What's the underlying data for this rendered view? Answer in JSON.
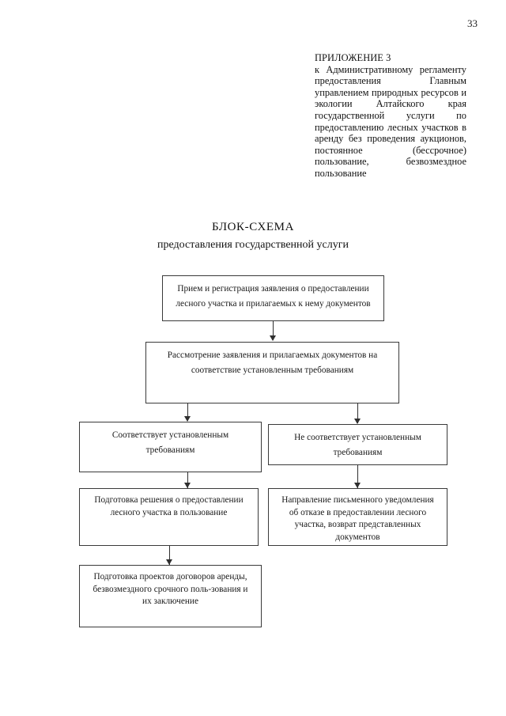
{
  "page": {
    "number": "33"
  },
  "appendix": {
    "title": "ПРИЛОЖЕНИЕ 3",
    "body": "к Административному регламенту предоставления Главным управлением природных ресурсов и экологии Алтайского края государственной услуги по предоставлению лесных участков в аренду без проведения аукционов, постоянное (бессрочное) пользование, безвозмездное пользование"
  },
  "scheme": {
    "title": "БЛОК-СХЕМА",
    "subtitle": "предоставления государственной услуги"
  },
  "flowchart": {
    "type": "flowchart",
    "nodes": [
      {
        "id": "intake",
        "text": "Прием и регистрация заявления о предоставлении лесного участка и прилагаемых к нему документов"
      },
      {
        "id": "review",
        "text": "Рассмотрение заявления и прилагаемых документов  на соответствие  установленным требованиям"
      },
      {
        "id": "compliant",
        "text": "Соответствует установленным требованиям"
      },
      {
        "id": "noncompliant",
        "text": "Не соответствует установленным требованиям"
      },
      {
        "id": "decision",
        "text": "Подготовка решения о предоставлении лесного участка в пользование"
      },
      {
        "id": "refusal",
        "text": "Направление письменного уведомления об отказе в предоставлении лесного участка,  возврат представленных документов"
      },
      {
        "id": "contracts",
        "text": "Подготовка проектов договоров аренды, безвозмездного срочного поль-зования и их заключение"
      }
    ],
    "edges": [
      {
        "from": "intake",
        "to": "review"
      },
      {
        "from": "review",
        "to": "compliant"
      },
      {
        "from": "review",
        "to": "noncompliant"
      },
      {
        "from": "compliant",
        "to": "decision"
      },
      {
        "from": "noncompliant",
        "to": "refusal"
      },
      {
        "from": "decision",
        "to": "contracts"
      }
    ]
  },
  "colors": {
    "ink": "#111111",
    "rule": "#3a3a3a",
    "paper": "#ffffff"
  }
}
